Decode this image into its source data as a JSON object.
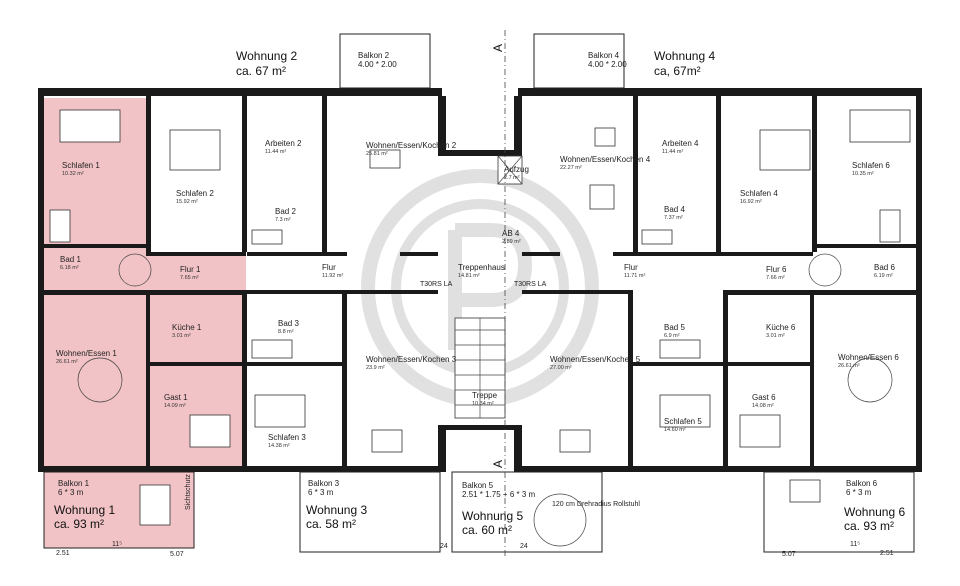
{
  "colors": {
    "highlight": "#f2c3c6",
    "wall": "#1a1a1a",
    "watermark": "#c8c8c8"
  },
  "section_marker": "A",
  "units": [
    {
      "label": "Wohnung",
      "num": "2",
      "area": "ca. 67 m²"
    },
    {
      "label": "Wohnung",
      "num": "4",
      "area": "ca, 67m²"
    },
    {
      "label": "Wohnung",
      "num": "1",
      "area": "ca. 93 m²"
    },
    {
      "label": "Wohnung",
      "num": "3",
      "area": "ca. 58 m²"
    },
    {
      "label": "Wohnung",
      "num": "5",
      "area": "ca. 60 m²"
    },
    {
      "label": "Wohnung",
      "num": "6",
      "area": "ca. 93 m²"
    }
  ],
  "rooms": [
    {
      "name": "Schlafen",
      "num": "1",
      "area": "10.32 m²"
    },
    {
      "name": "Bad",
      "num": "1",
      "area": "6.18 m²"
    },
    {
      "name": "Flur",
      "num": "1",
      "area": "7.65 m²"
    },
    {
      "name": "Küche",
      "num": "1",
      "area": "3.01 m²"
    },
    {
      "name": "Wohnen/Essen",
      "num": "1",
      "area": "26.61 m²"
    },
    {
      "name": "Gast",
      "num": "1",
      "area": "14.09 m²"
    },
    {
      "name": "Schlafen",
      "num": "2",
      "area": "15.92 m²"
    },
    {
      "name": "Arbeiten",
      "num": "2",
      "area": "11.44 m²"
    },
    {
      "name": "Wohnen/Essen/Kochen",
      "num": "2",
      "area": "25.81 m²"
    },
    {
      "name": "Bad",
      "num": "2",
      "area": "7.3 m²"
    },
    {
      "name": "Flur",
      "num": "",
      "area": "11.92 m²"
    },
    {
      "name": "Bad",
      "num": "3",
      "area": "8.8 m²"
    },
    {
      "name": "Wohnen/Essen/Kochen",
      "num": "3",
      "area": "23.9 m²"
    },
    {
      "name": "Schlafen",
      "num": "3",
      "area": "14.38 m²"
    },
    {
      "name": "Treppenhaus",
      "num": "",
      "area": "14.81 m²"
    },
    {
      "name": "Aufzug",
      "num": "",
      "area": "2.7 m²"
    },
    {
      "name": "AB",
      "num": "4",
      "area": "2.89 m²"
    },
    {
      "name": "Treppe",
      "num": "",
      "area": "10.34 m²"
    },
    {
      "name": "Wohnen/Essen/Kochen",
      "num": "4",
      "area": "22.27 m²"
    },
    {
      "name": "Arbeiten",
      "num": "4",
      "area": "11.44 m²"
    },
    {
      "name": "Schlafen",
      "num": "4",
      "area": "16.92 m²"
    },
    {
      "name": "Bad",
      "num": "4",
      "area": "7.37 m²"
    },
    {
      "name": "Flur",
      "num": "",
      "area": "11.71 m²"
    },
    {
      "name": "Bad",
      "num": "5",
      "area": "6.9 m²"
    },
    {
      "name": "Wohnen/Essen/Kochen",
      "num": "5",
      "area": "27.00 m²"
    },
    {
      "name": "Schlafen",
      "num": "5",
      "area": "14.60 m²"
    },
    {
      "name": "Schlafen",
      "num": "6",
      "area": "10.35 m²"
    },
    {
      "name": "Bad",
      "num": "6",
      "area": "6.19 m²"
    },
    {
      "name": "Flur",
      "num": "6",
      "area": "7.66 m²"
    },
    {
      "name": "Küche",
      "num": "6",
      "area": "3.01 m²"
    },
    {
      "name": "Wohnen/Essen",
      "num": "6",
      "area": "26.61 m²"
    },
    {
      "name": "Gast",
      "num": "6",
      "area": "14.08 m²"
    }
  ],
  "balconies": [
    {
      "name": "Balkon",
      "num": "2",
      "size": "4.00 * 2.00"
    },
    {
      "name": "Balkon",
      "num": "4",
      "size": "4.00 * 2.00"
    },
    {
      "name": "Balkon",
      "num": "1",
      "size": "6 * 3 m"
    },
    {
      "name": "Balkon",
      "num": "3",
      "size": "6 * 3 m"
    },
    {
      "name": "Balkon",
      "num": "5",
      "size": "2.51 * 1.75 + 6 * 3 m"
    },
    {
      "name": "Balkon",
      "num": "6",
      "size": "6 * 3 m"
    }
  ],
  "annotations": {
    "turning_radius": "120 cm Drehradius Rollstuhl",
    "door_left": "T30RS LA",
    "door_right": "T30RS LA",
    "sichtschutz": "Sichtschutz",
    "dims": [
      "11⁵",
      "5.07",
      "24",
      "24",
      "5.07",
      "11⁵",
      "2.51",
      "2.51"
    ]
  }
}
